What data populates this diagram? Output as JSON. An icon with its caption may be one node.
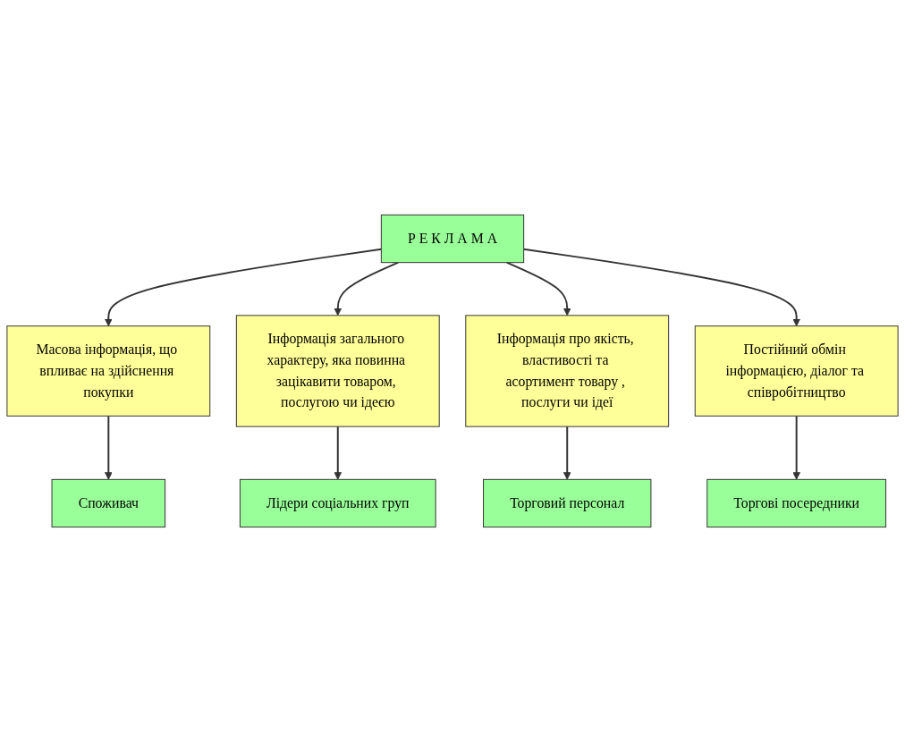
{
  "diagram": {
    "nodes": [
      {
        "text": [
          "Р Е К Л А М А"
        ]
      },
      {
        "text": [
          "Масова інформація, що впливає на здійснення покупки"
        ]
      },
      {
        "text": [
          "Інформація загального характеру, яка повинна зацікавити товаром, послугою чи ідеєю"
        ]
      },
      {
        "text": [
          "Інформація про якість, властивості та асортимент товару , послуги чи ідеї"
        ]
      },
      {
        "text": [
          "Постійний обмін інформацією, діалог та співробітництво"
        ]
      },
      {
        "text": [
          "Споживач"
        ]
      },
      {
        "text": [
          "Лідери соціальних груп"
        ]
      },
      {
        "text": [
          "Торговий персонал"
        ]
      },
      {
        "text": [
          "Торгові посередники"
        ]
      }
    ],
    "edges": [
      {
        "from": 0,
        "to": 1,
        "arrow": "to"
      },
      {
        "from": 0,
        "to": 2,
        "arrow": "to"
      },
      {
        "from": 0,
        "to": 3,
        "arrow": "to"
      },
      {
        "from": 0,
        "to": 4,
        "arrow": "to"
      },
      {
        "from": 1,
        "to": 5,
        "arrow": "to"
      },
      {
        "from": 2,
        "to": 6,
        "arrow": "to"
      },
      {
        "from": 3,
        "to": 7,
        "arrow": "to"
      },
      {
        "from": 4,
        "to": 8,
        "arrow": "to"
      }
    ]
  }
}
